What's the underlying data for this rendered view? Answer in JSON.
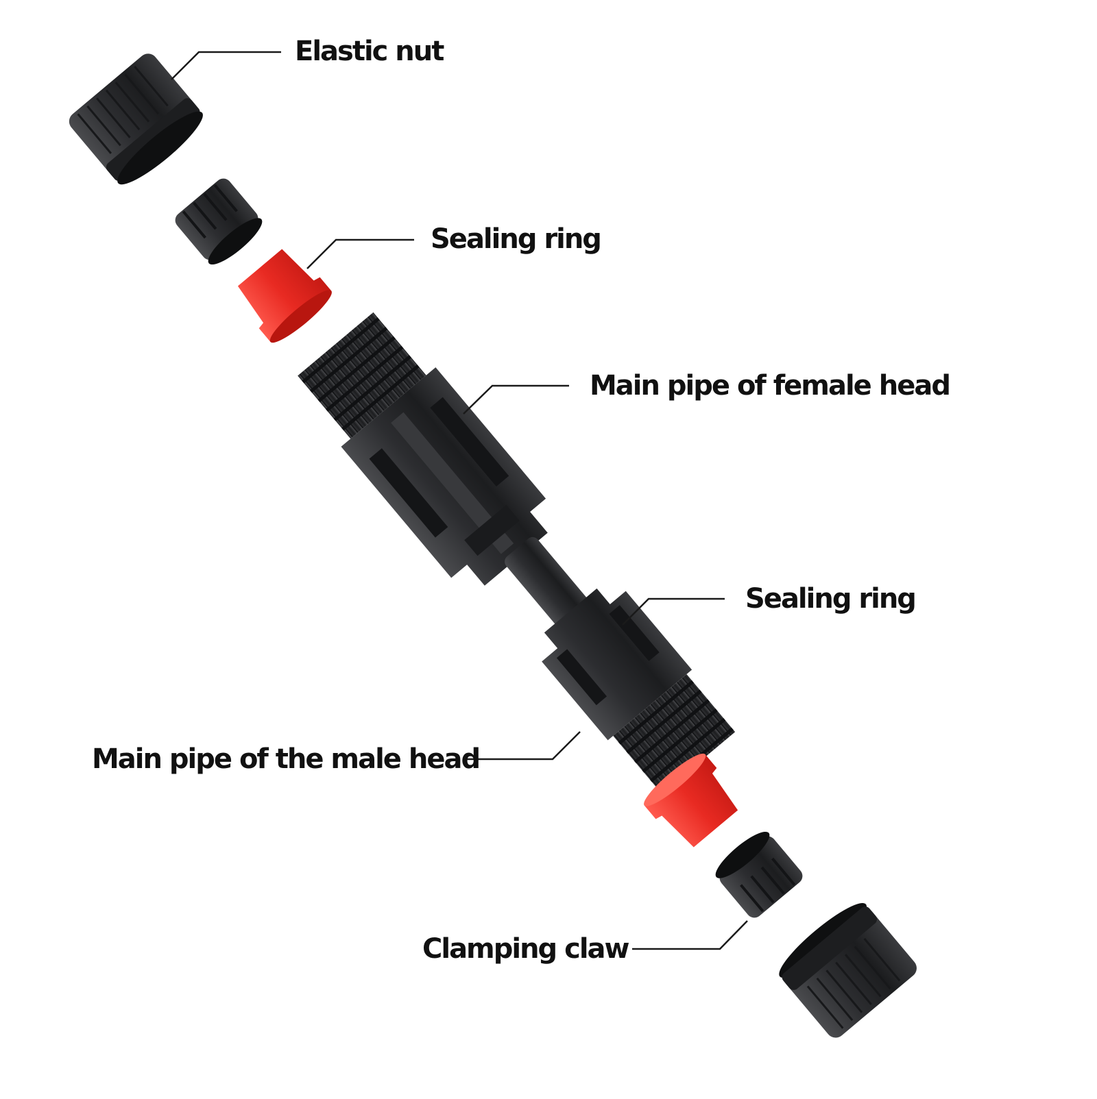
{
  "labels": {
    "elastic_nut": "Elastic nut",
    "sealing_ring_top": "Sealing ring",
    "female_head": "Main pipe of female head",
    "sealing_ring_bottom": "Sealing ring",
    "male_head": "Main pipe of the male head",
    "clamping_claw": "Clamping claw"
  },
  "colors": {
    "background": "#ffffff",
    "plastic_black": "#2a2b2d",
    "seal_red": "#e8231f",
    "leader_line": "#1a1a1a"
  }
}
